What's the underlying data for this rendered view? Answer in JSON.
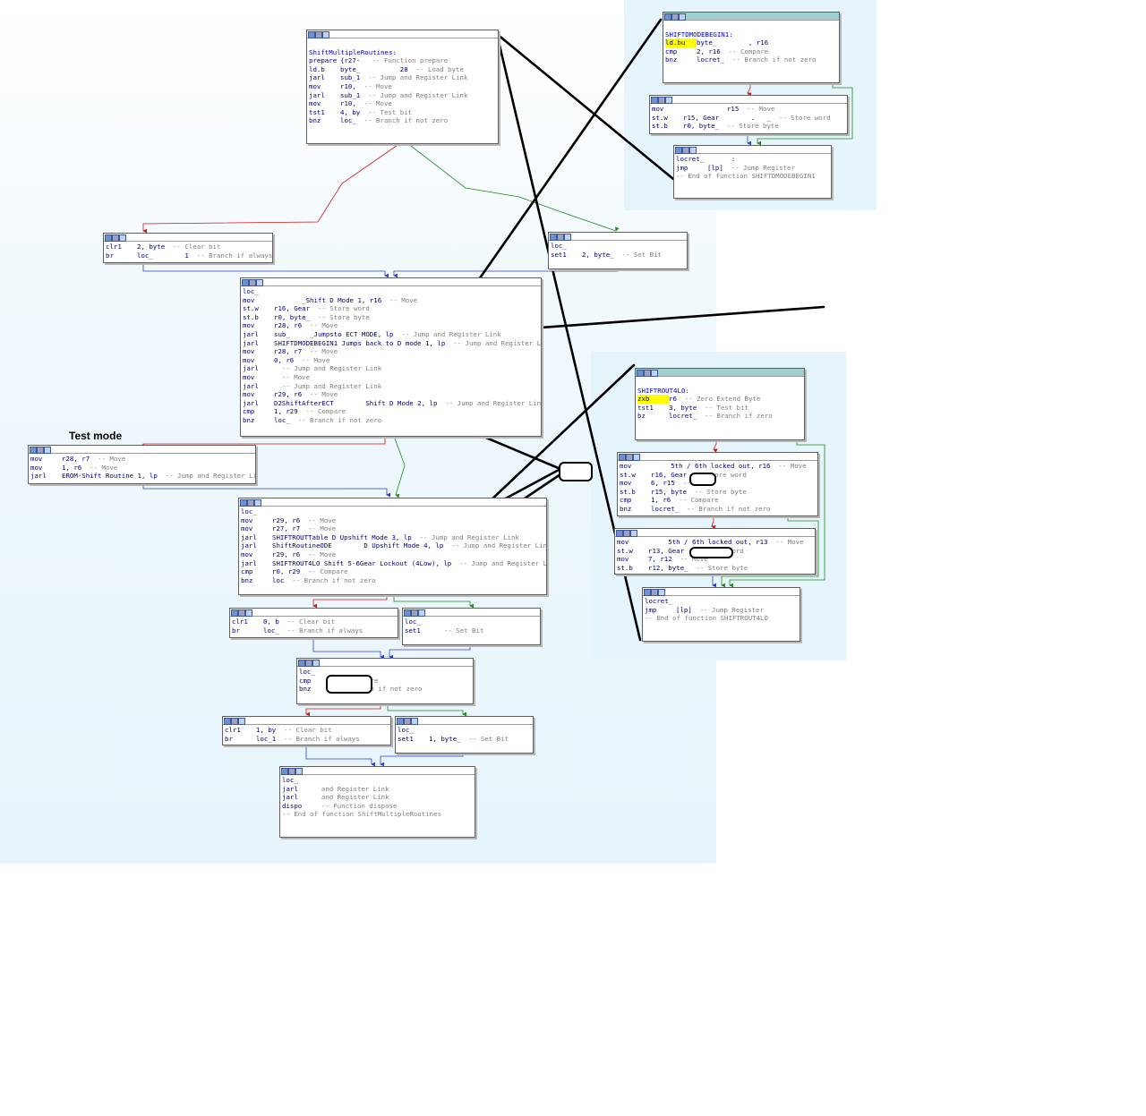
{
  "annotations": {
    "test_mode": "Test mode"
  },
  "nodes": {
    "main_prepare": {
      "label": "ShiftMultipleRoutines:",
      "lines": [
        [
          "prepare",
          "{r27- ",
          "-- Function prepare"
        ],
        [
          "ld.b",
          "byte_          28",
          "-- Load byte"
        ],
        [
          "jarl",
          "sub_1",
          "-- Jump and Register Link"
        ],
        [
          "mov",
          "r10,",
          "-- Move"
        ],
        [
          "jarl",
          "sub_1",
          "-- Jump and Register Link"
        ],
        [
          "mov",
          "r10,",
          "-- Move"
        ],
        [
          "tst1",
          "4, by",
          "-- Test bit"
        ],
        [
          "bnz",
          "loc_",
          "-- Branch if not zero"
        ]
      ]
    },
    "shiftdmode_begin": {
      "label": "SHIFTDMODEBEGIN1:",
      "lines": [
        [
          "ld.bu",
          "byte_        , r16",
          ""
        ],
        [
          "cmp",
          "2, r16",
          "-- Compare"
        ],
        [
          "bnz",
          "locret_",
          "-- Branch if not zero"
        ]
      ]
    },
    "shiftdmode_store": {
      "lines": [
        [
          "mov",
          "           r15",
          "-- Move"
        ],
        [
          "st.w",
          "r15, Gear        .   _",
          "-- Store word"
        ],
        [
          "st.b",
          "r0, byte_",
          "-- Store byte"
        ]
      ]
    },
    "shiftdmode_ret": {
      "lines": [
        [
          "locret_",
          "      :",
          ""
        ],
        [
          "jmp",
          "[lp]",
          "-- Jump Register"
        ]
      ],
      "end": "-- End of function SHIFTDMODEBEGIN1"
    },
    "clr_left": {
      "lines": [
        [
          "clr1",
          "2, byte",
          "-- Clear bit"
        ],
        [
          "br",
          "loc_        1",
          "-- Branch if always"
        ]
      ]
    },
    "set_right": {
      "lines": [
        [
          "loc_",
          "",
          ""
        ],
        [
          "set1",
          "2, byte_",
          "-- Set Bit"
        ]
      ]
    },
    "main_body": {
      "lines": [
        [
          "loc_",
          "",
          ""
        ],
        [
          "mov",
          "       _Shift D Mode 1, r16",
          "-- Move"
        ],
        [
          "st.w",
          "r16, Gear",
          "-- Store word"
        ],
        [
          "st.b",
          "r0, byte_",
          "-- Store byte"
        ],
        [
          "mov",
          "r28, r6",
          "-- Move"
        ],
        [
          "jarl",
          "sub_     _Jumpsto ECT MODE, lp",
          "-- Jump and Register Link"
        ],
        [
          "jarl",
          "SHIFTDMODEBEGIN1 Jumps back to D mode 1, lp",
          "-- Jump and Register Link"
        ],
        [
          "mov",
          "r28, r7",
          "-- Move"
        ],
        [
          "mov",
          "0, r6",
          "-- Move"
        ],
        [
          "jarl",
          "",
          "-- Jump and Register Link"
        ],
        [
          "mov",
          "",
          "-- Move"
        ],
        [
          "jarl",
          "",
          "-- Jump and Register Link"
        ],
        [
          "mov",
          "r29, r6",
          "-- Move"
        ],
        [
          "jarl",
          "D2ShiftAfterECT        Shift D Mode 2, lp",
          "-- Jump and Register Link"
        ],
        [
          "cmp",
          "1, r29",
          "-- Compare"
        ],
        [
          "bnz",
          "loc_",
          "-- Branch if not zero"
        ]
      ]
    },
    "test_mode_node": {
      "lines": [
        [
          "mov",
          "r28, r7",
          "-- Move"
        ],
        [
          "mov",
          "1, r6",
          "-- Move"
        ],
        [
          "jarl",
          "EROM-Shift Routine 1, lp",
          "-- Jump and Register Link"
        ]
      ]
    },
    "upshift_node": {
      "lines": [
        [
          "loc_",
          "",
          ""
        ],
        [
          "mov",
          "r29, r6",
          "-- Move"
        ],
        [
          "mov",
          "r27, r7",
          "-- Move"
        ],
        [
          "jarl",
          "SHIFTROUTTable D Upshift Mode 3, lp",
          "-- Jump and Register Link"
        ],
        [
          "jarl",
          "ShiftRoutineODE        D Upshift Mode 4, lp",
          "-- Jump and Register Link"
        ],
        [
          "mov",
          "r29, r6",
          "-- Move"
        ],
        [
          "jarl",
          "SHIFTROUT4LO Shift 5-6Gear Lockout (4Low), lp",
          "-- Jump and Register Link"
        ],
        [
          "cmp",
          "r0, r29",
          "-- Compare"
        ],
        [
          "bnz",
          "loc",
          "-- Branch if not zero"
        ]
      ]
    },
    "clr_b": {
      "lines": [
        [
          "clr1",
          "0, b",
          "-- Clear bit"
        ],
        [
          "br",
          "loc_",
          "-- Branch if always"
        ]
      ]
    },
    "set_b": {
      "lines": [
        [
          "loc_",
          "",
          ""
        ],
        [
          "set1",
          "",
          "-- Set Bit"
        ]
      ]
    },
    "cmp_node": {
      "lines": [
        [
          "loc_",
          "",
          ""
        ],
        [
          "cmp",
          "",
          "-- Compare"
        ],
        [
          "bnz",
          "",
          "-- Branch if not zero"
        ]
      ]
    },
    "clr_c": {
      "lines": [
        [
          "clr1",
          "1, by",
          "-- Clear bit"
        ],
        [
          "br",
          "loc_1",
          "-- Branch if always"
        ]
      ]
    },
    "set_c": {
      "lines": [
        [
          "loc_",
          "",
          ""
        ],
        [
          "set1",
          "1, byte_",
          "-- Set Bit"
        ]
      ]
    },
    "end_node": {
      "lines": [
        [
          "loc_",
          "",
          ""
        ],
        [
          "jarl",
          "",
          "and Register Link"
        ],
        [
          "jarl",
          "",
          "and Register Link"
        ],
        [
          "dispo",
          "",
          "-- Function dispose"
        ]
      ],
      "end": "-- End of function ShiftMultipleRoutines"
    },
    "shiftrout_begin": {
      "label": "SHIFTROUT4LO:",
      "lines": [
        [
          "zxb",
          "r6",
          "-- Zero Extend Byte"
        ],
        [
          "tst1",
          "3, byte",
          "-- Test bit"
        ],
        [
          "bz",
          "locret_",
          "-- Branch if zero"
        ]
      ]
    },
    "shiftrout_5th": {
      "lines": [
        [
          "mov",
          "     5th / 6th locked out, r16",
          "-- Move"
        ],
        [
          "st.w",
          "r16, Gear",
          "-- Store word"
        ],
        [
          "mov",
          "6, r15",
          "-- Move"
        ],
        [
          "st.b",
          "r15, byte",
          "-- Store byte"
        ],
        [
          "cmp",
          "1, r6",
          "-- Compare"
        ],
        [
          "bnz",
          "locret_",
          "-- Branch if not zero"
        ]
      ]
    },
    "shiftrout_6th": {
      "lines": [
        [
          "mov",
          "     5th / 6th locked out, r13",
          "-- Move"
        ],
        [
          "st.w",
          "r13, Gear",
          "-- Store word"
        ],
        [
          "mov",
          "7, r12",
          "-- Move"
        ],
        [
          "st.b",
          "r12, byte_",
          "-- Store byte"
        ]
      ]
    },
    "shiftrout_ret": {
      "lines": [
        [
          "locret_",
          "",
          ""
        ],
        [
          "jmp",
          "[lp]",
          "-- Jump Register"
        ]
      ],
      "end": "-- End of function SHIFTROUT4LO"
    }
  },
  "colors": {
    "true_edge": "#1d8a1d",
    "false_edge": "#d21414",
    "uncond_edge": "#2a3fd0",
    "annotation_line": "#000000",
    "panel_bg": "#e6f5fb"
  }
}
